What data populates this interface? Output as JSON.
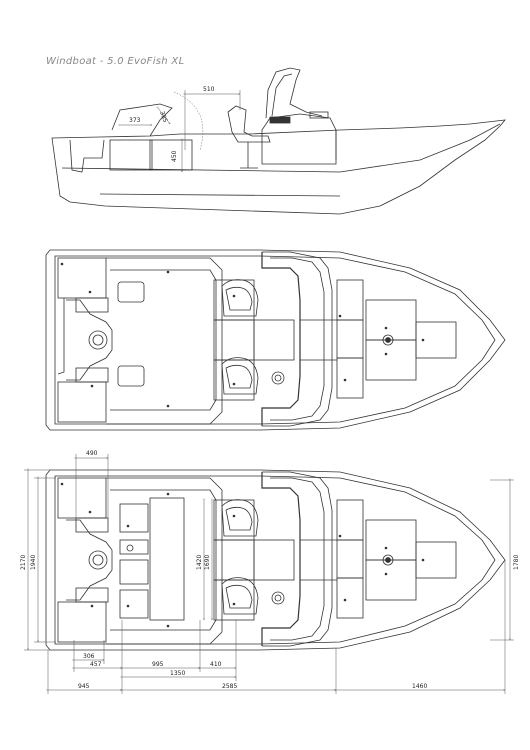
{
  "title": "Windboat  -  5.0 EvoFish XL",
  "side_view": {
    "dim_510": "510",
    "dim_373": "373",
    "dim_385": "385",
    "dim_450": "450"
  },
  "plan_view": {
    "dim_490": "490",
    "dim_2170": "2170",
    "dim_1940": "1940",
    "dim_1420": "1420",
    "dim_1690": "1690",
    "dim_1780": "1780",
    "dim_306": "306",
    "dim_457": "457",
    "dim_995": "995",
    "dim_410": "410",
    "dim_1350": "1350",
    "dim_945": "945",
    "dim_2585": "2585",
    "dim_1460": "1460"
  },
  "colors": {
    "line": "#333333",
    "dim_line": "#555555",
    "title": "#888888"
  }
}
